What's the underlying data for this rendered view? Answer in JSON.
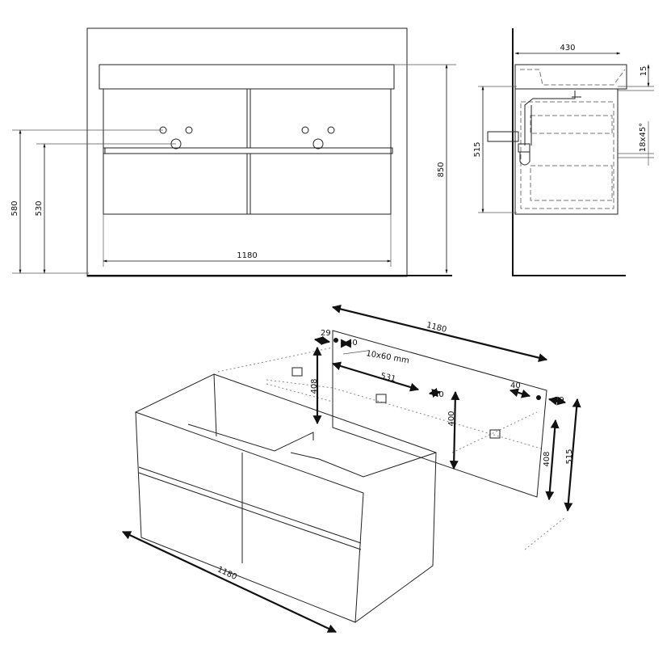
{
  "front_view": {
    "width_label": "1180",
    "height_label": "850",
    "drain_height_label": "580",
    "drain_height2_label": "530"
  },
  "side_view": {
    "depth_label": "430",
    "top_thickness_label": "15",
    "cabinet_height_label": "515",
    "chamfer_label": "18x45°"
  },
  "iso_view": {
    "panel_width_label": "1180",
    "left_offset_label": "29",
    "left_hole_spacing_label": "40",
    "anchor_label": "10x60 mm",
    "middle_distance_label": "531",
    "middle_hole_spacing_label": "40",
    "middle_height_label": "400",
    "left_height_label": "408",
    "right_hole_spacing_label": "40",
    "right_offset_label": "29",
    "right_height_label": "408",
    "right_total_height_label": "515",
    "cabinet_width_label": "1180"
  }
}
